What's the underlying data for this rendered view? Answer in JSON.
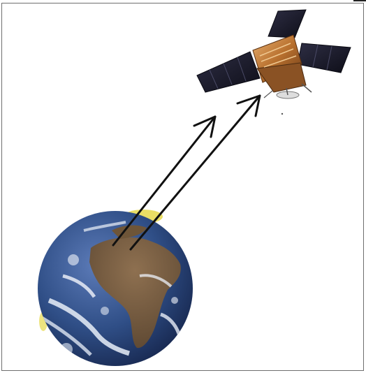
{
  "diagram": {
    "nodes": [
      {
        "id": "earth",
        "kind": "earth-globe-image"
      },
      {
        "id": "satellite",
        "kind": "communications-satellite-image"
      }
    ],
    "edges": [
      {
        "from": "earth",
        "to": "satellite",
        "style": "arrow"
      },
      {
        "from": "earth",
        "to": "satellite",
        "style": "arrow"
      }
    ]
  },
  "colors": {
    "frame_border": "#6e6e6e",
    "arrow": "#111111",
    "ocean": "#2c4a7e",
    "land": "#7a5a3a",
    "solar_panel": "#1c1c2c",
    "satellite_body": "#c8843a"
  }
}
